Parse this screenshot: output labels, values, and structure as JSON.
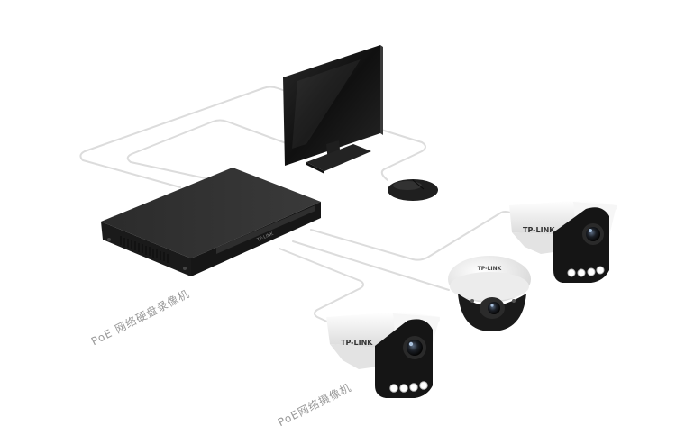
{
  "labels": {
    "nvr": "PoE 网络硬盘录像机",
    "camera": "PoE网络摄像机"
  },
  "brand": {
    "camera_right": "TP-LINK",
    "camera_left": "TP-LINK",
    "dome": "TP-LINK",
    "nvr": "TP-LINK"
  },
  "colors": {
    "cable": "#dcdcdc",
    "device_dark": "#1c1c1c",
    "camera_white": "#f1f1f1",
    "label_text": "#9a9a9a"
  }
}
